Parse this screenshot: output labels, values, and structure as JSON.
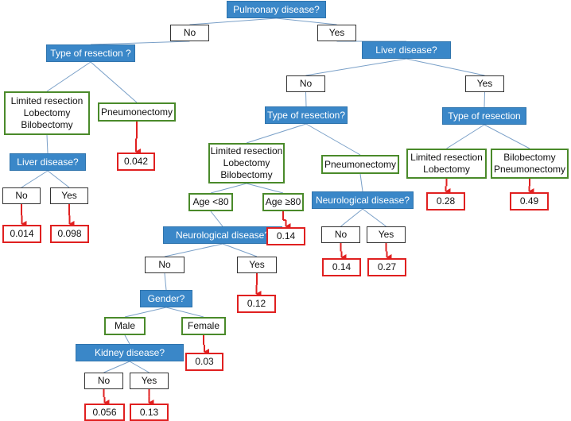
{
  "questions": {
    "pulmonary": "Pulmonary disease?",
    "resection_left": "Type of resection ?",
    "liver_right": "Liver disease?",
    "liver_left": "Liver disease?",
    "resection_mid": "Type of resection?",
    "resection_right": "Type of resection",
    "neuro_mid": "Neurological disease?",
    "neuro_right": "Neurological disease?",
    "gender": "Gender?",
    "kidney": "Kidney disease?"
  },
  "answers": {
    "no": "No",
    "yes": "Yes"
  },
  "groups": {
    "limited_lob_bilob": "Limited resection\nLobectomy\nBilobectomy",
    "pneumonectomy": "Pneumonectomy",
    "limited_lob": "Limited resection\nLobectomy",
    "bilob_pneum": "Bilobectomy\nPneumonectomy",
    "age_lt80": "Age <80",
    "age_ge80": "Age ≥80",
    "male": "Male",
    "female": "Female"
  },
  "leaves": {
    "l1": "0.042",
    "l2": "0.014",
    "l3": "0.098",
    "l4": "0.28",
    "l5": "0.49",
    "l6": "0.14",
    "l7": "0.14",
    "l8": "0.27",
    "l9": "0.12",
    "l10": "0.03",
    "l11": "0.056",
    "l12": "0.13"
  },
  "colors": {
    "question_fill": "#3a87c8",
    "group_border": "#4a8a2a",
    "leaf_border": "#e02020",
    "connector": "#7aa0c8",
    "leaf_arrow": "#e02020"
  }
}
